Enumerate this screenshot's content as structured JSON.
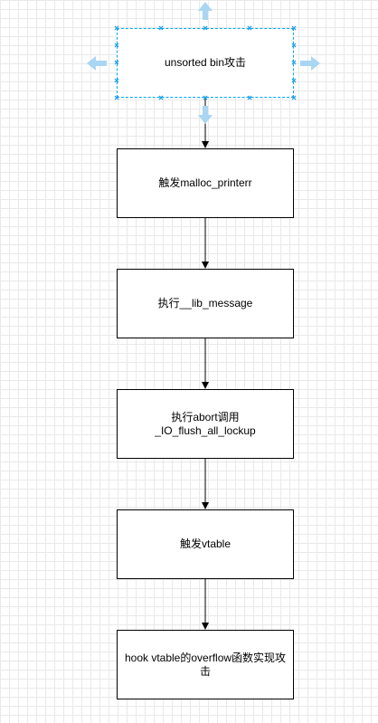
{
  "diagram": {
    "nodes": [
      {
        "id": "n1",
        "label": "unsorted bin攻击",
        "selected": true
      },
      {
        "id": "n2",
        "label": "触发malloc_printerr"
      },
      {
        "id": "n3",
        "label": "执行__lib_message"
      },
      {
        "id": "n4",
        "label": "执行abort调用\n_IO_flush_all_lockup"
      },
      {
        "id": "n5",
        "label": "触发vtable"
      },
      {
        "id": "n6",
        "label": "hook vtable的overflow函数实现攻\n击"
      }
    ],
    "edges": [
      {
        "from": "n1",
        "to": "n2"
      },
      {
        "from": "n2",
        "to": "n3"
      },
      {
        "from": "n3",
        "to": "n4"
      },
      {
        "from": "n4",
        "to": "n5"
      },
      {
        "from": "n5",
        "to": "n6"
      }
    ],
    "colors": {
      "stroke": "#000000",
      "selection": "#29a3e0",
      "hover_arrow": "#a9d6f2",
      "grid": "#e9e9e9"
    }
  }
}
